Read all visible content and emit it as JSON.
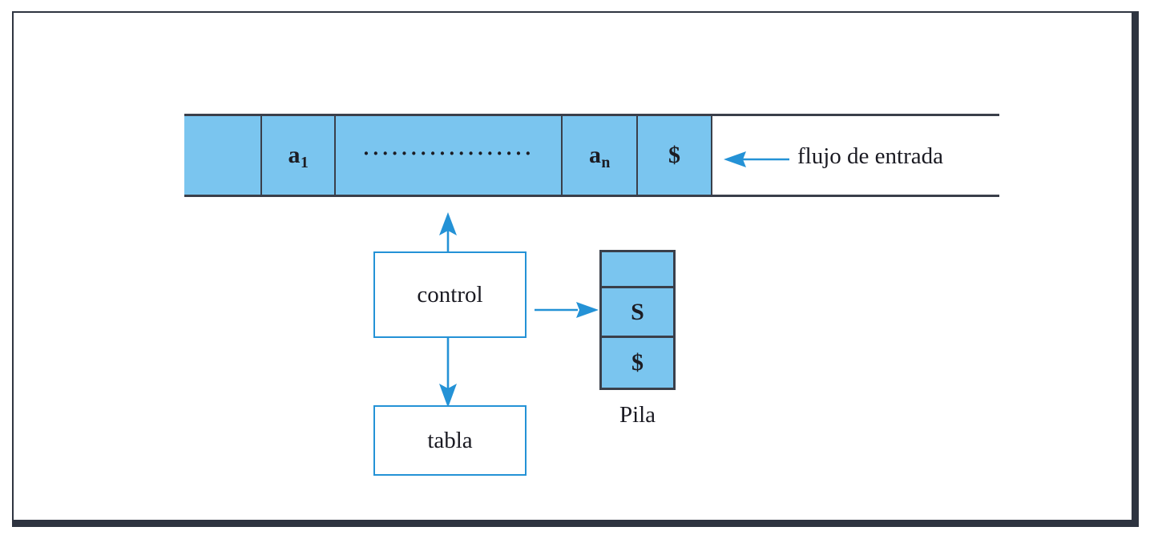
{
  "figure": {
    "kind": "pushdown-automaton-parser-diagram",
    "accent_color": "#2492d6",
    "cell_fill_color": "#7ac5ef",
    "border_color": "#3a3f4a",
    "frame_color": "#2e3440"
  },
  "input_tape": {
    "name": "input-tape",
    "cells": [
      {
        "id": "blank-left",
        "label": ""
      },
      {
        "id": "a1",
        "base": "a",
        "subscript": "1"
      },
      {
        "id": "ellipsis",
        "label": "··················"
      },
      {
        "id": "an",
        "base": "a",
        "subscript": "n"
      },
      {
        "id": "end-marker",
        "label": "$"
      }
    ],
    "stream_label": "flujo de entrada",
    "stream_arrow_direction": "left"
  },
  "control": {
    "label": "control"
  },
  "table": {
    "label": "tabla"
  },
  "stack": {
    "caption": "Pila",
    "cells": [
      {
        "id": "stack-top",
        "label": ""
      },
      {
        "id": "stack-symbol",
        "label": "S"
      },
      {
        "id": "stack-bottom",
        "label": "$"
      }
    ]
  },
  "arrows": [
    {
      "id": "control-to-tape",
      "direction": "up"
    },
    {
      "id": "control-to-table",
      "direction": "down"
    },
    {
      "id": "control-to-stack",
      "direction": "right"
    },
    {
      "id": "input-stream",
      "direction": "left"
    }
  ]
}
